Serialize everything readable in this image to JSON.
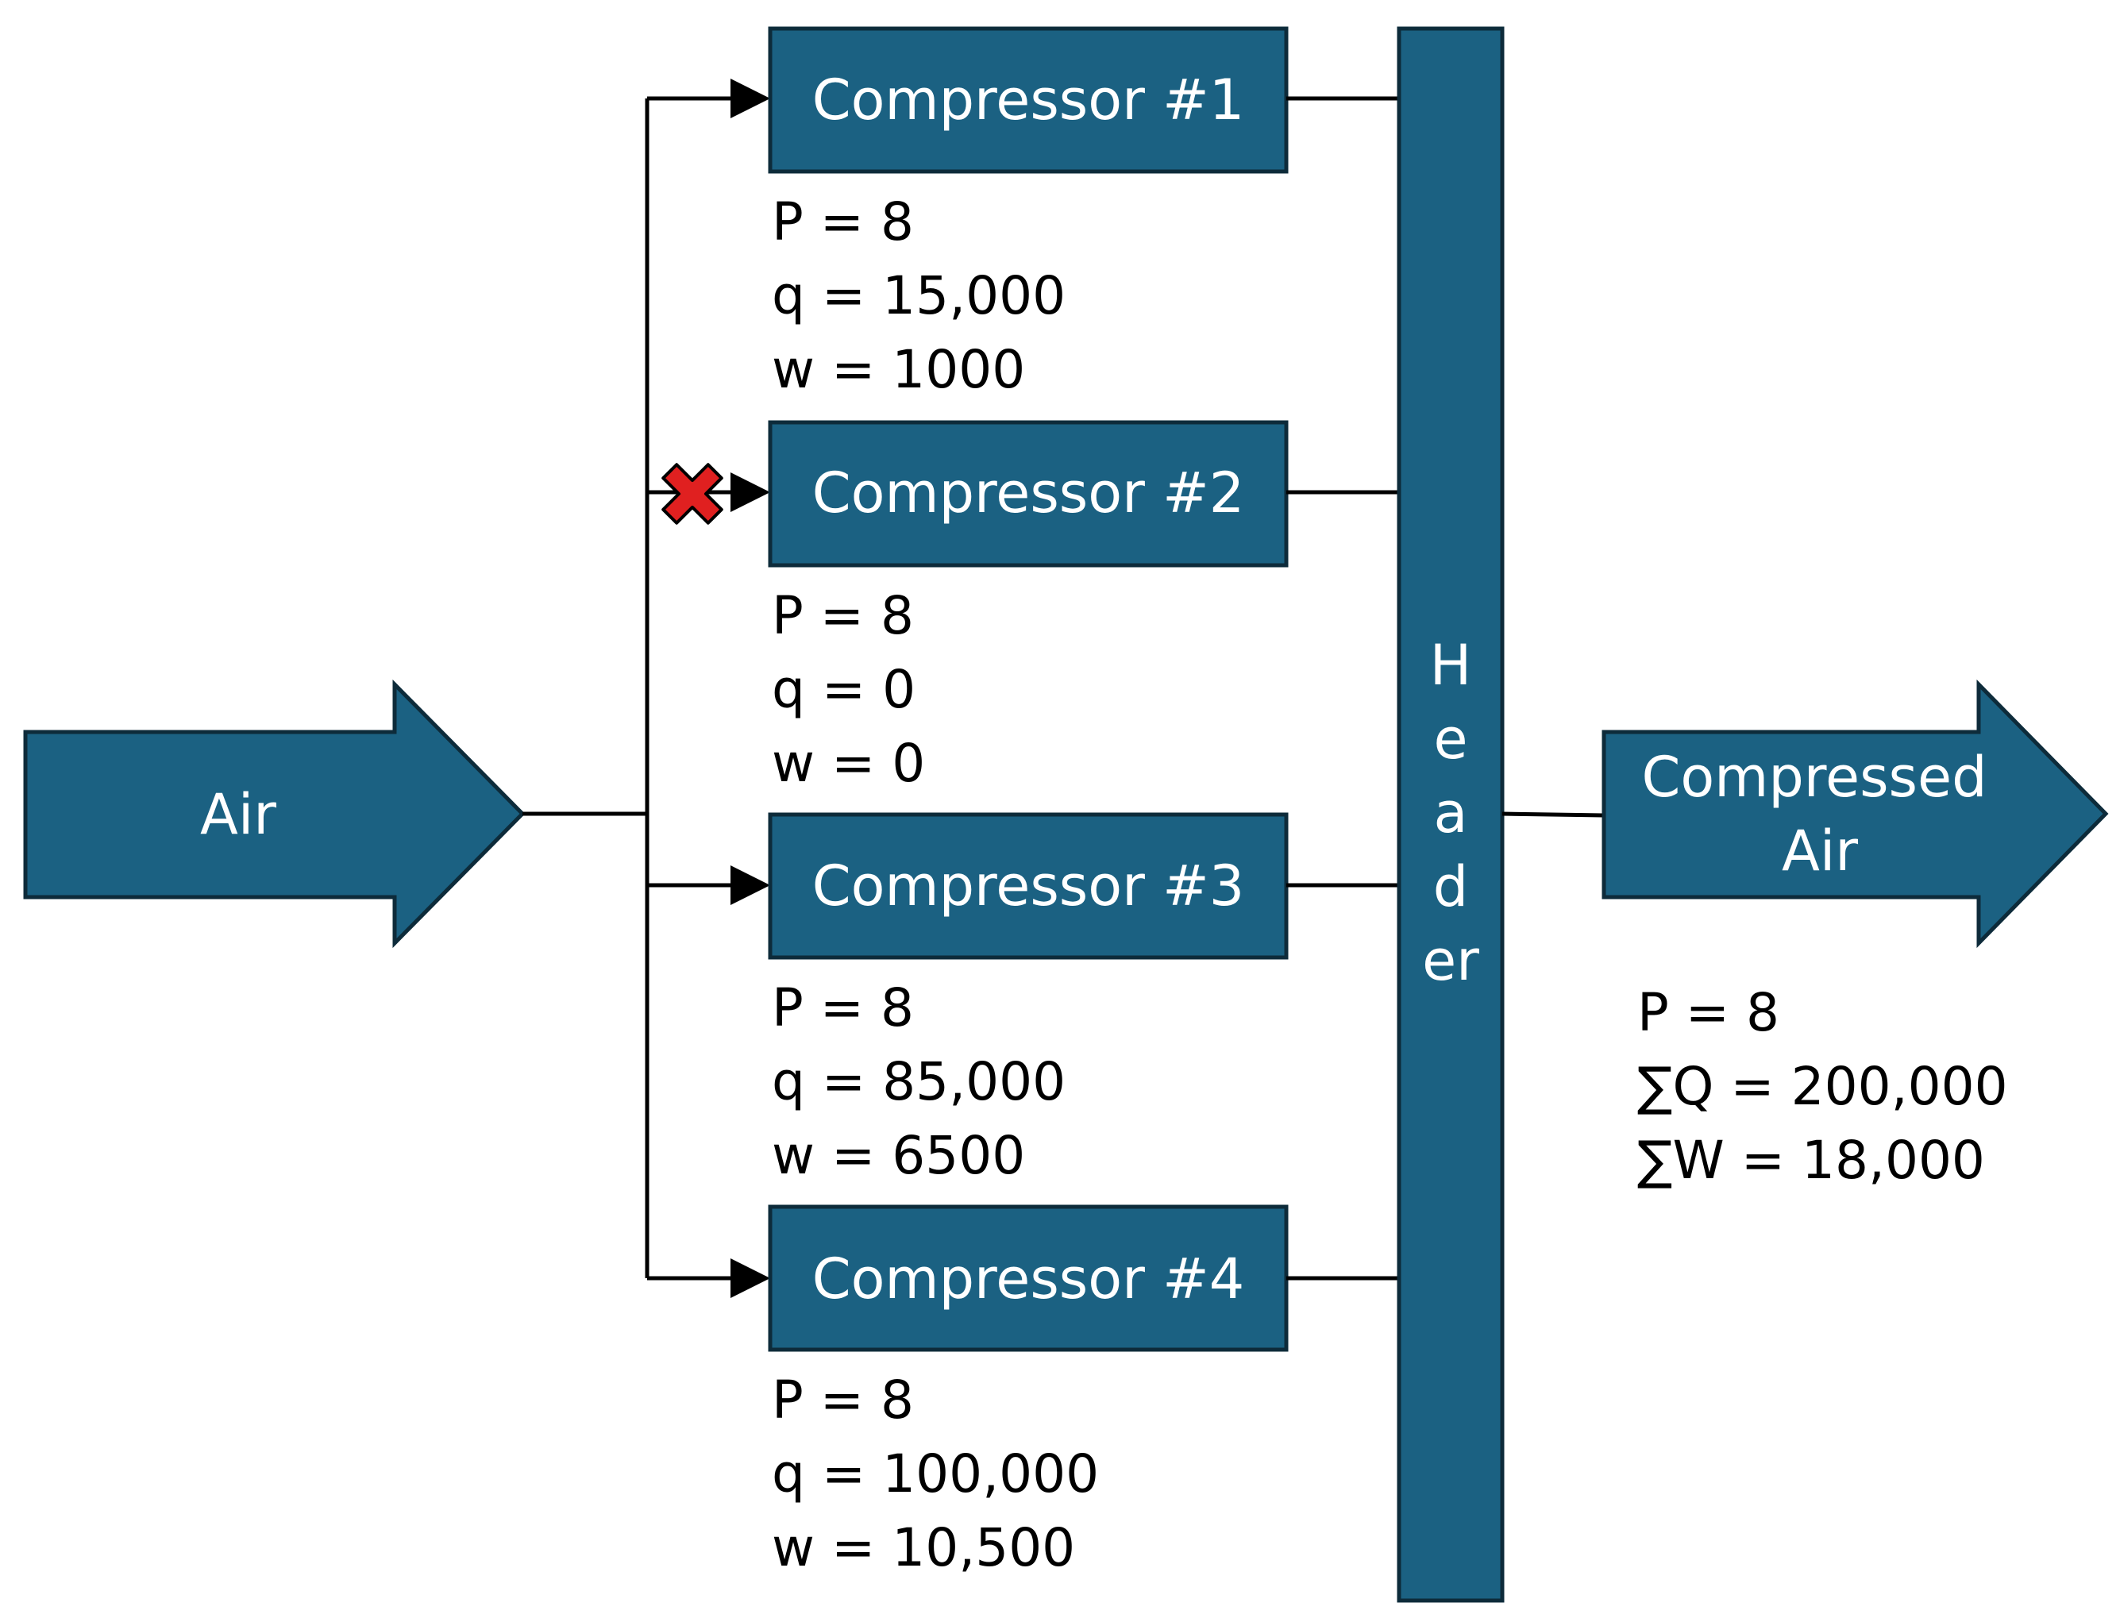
{
  "colors": {
    "block_fill": "#1b6182",
    "block_stroke": "#0d2b3a",
    "wire": "#000000",
    "disabled_mark": "#e02020"
  },
  "inlet": {
    "label": "Air"
  },
  "compressors": [
    {
      "label": "Compressor #1",
      "stats": [
        "P = 8",
        "q = 15,000",
        "w = 1000"
      ],
      "disabled": false
    },
    {
      "label": "Compressor #2",
      "stats": [
        "P = 8",
        "q = 0",
        "w = 0"
      ],
      "disabled": true,
      "disabled_icon": "red-x-icon"
    },
    {
      "label": "Compressor #3",
      "stats": [
        "P = 8",
        "q = 85,000",
        "w = 6500"
      ],
      "disabled": false
    },
    {
      "label": "Compressor #4",
      "stats": [
        "P = 8",
        "q = 100,000",
        "w = 10,500"
      ],
      "disabled": false
    }
  ],
  "header": {
    "letters": [
      "H",
      "e",
      "a",
      "d",
      "er"
    ]
  },
  "outlet": {
    "label_lines": [
      "Compressed",
      "Air"
    ],
    "stats": [
      "P = 8",
      "∑Q = 200,000",
      "∑W = 18,000"
    ]
  }
}
